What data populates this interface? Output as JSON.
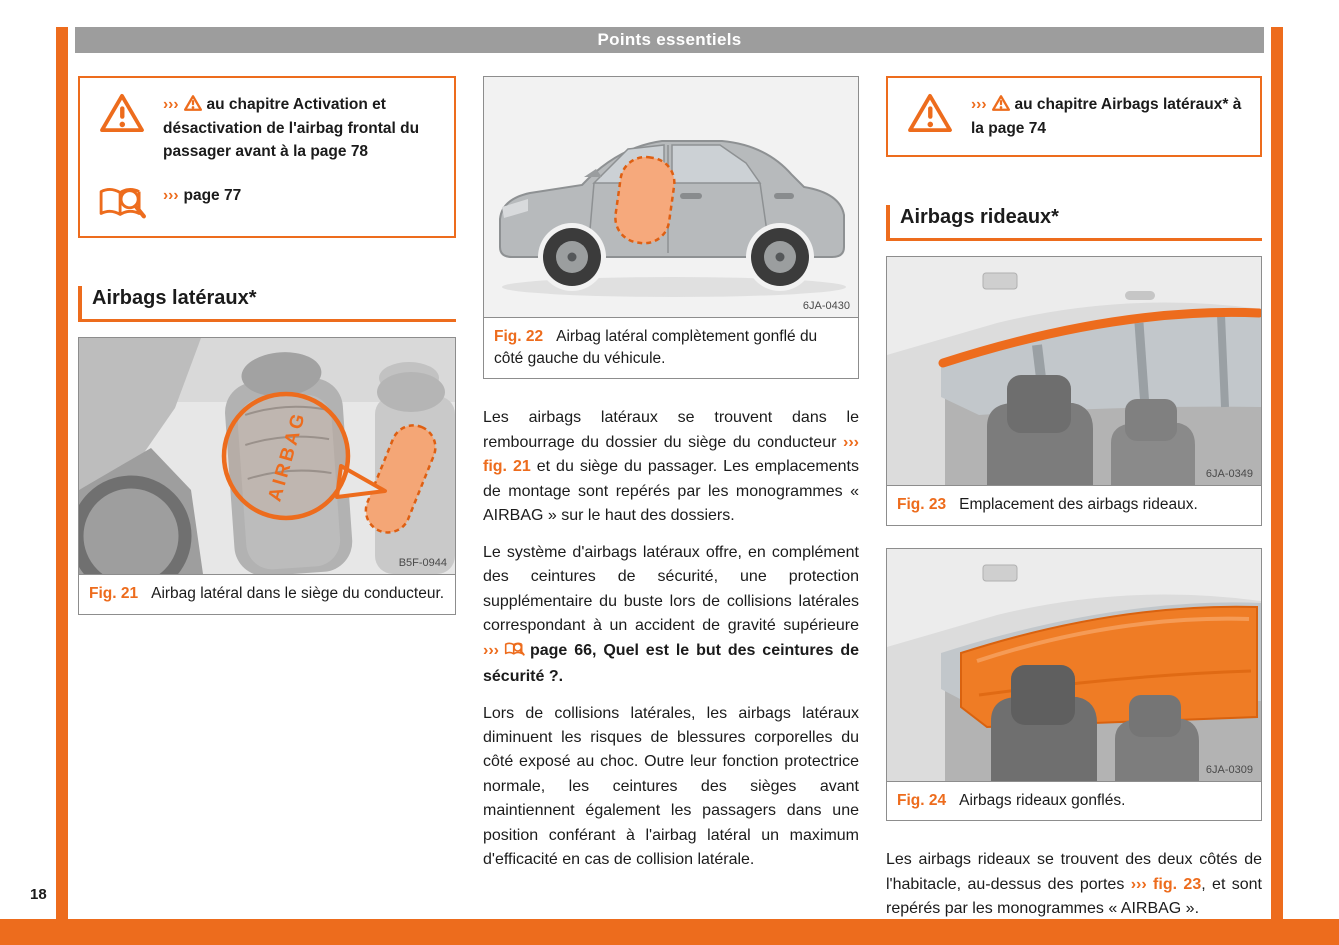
{
  "colors": {
    "accent": "#ED6C1D",
    "header_bg": "#9D9D9D"
  },
  "header": {
    "title": "Points essentiels"
  },
  "footer": {
    "page_number": "18"
  },
  "col1": {
    "notice": {
      "item1_arrows": "›››",
      "item1_text": "au chapitre Activation et désactivation de l'airbag frontal du passager avant à la page 78",
      "item2_arrows": "›››",
      "item2_text": "page 77"
    },
    "heading": "Airbags latéraux*",
    "fig21": {
      "label": "Fig. 21",
      "caption": "Airbag latéral dans le siège du conducteur.",
      "code": "B5F-0944",
      "airbag_label": "AIRBAG"
    }
  },
  "col2": {
    "fig22": {
      "label": "Fig. 22",
      "caption": "Airbag latéral complètement gonflé du côté gauche du véhicule.",
      "code": "6JA-0430"
    },
    "para1_t1": "Les airbags latéraux se trouvent dans le rembourrage du dossier du siège du conducteur ",
    "para1_ref": "››› fig. 21",
    "para1_t2": " et du siège du passager. Les emplacements de montage sont repérés par les monogrammes « AIRBAG » sur le haut des dossiers.",
    "para2_t1": "Le système d'airbags latéraux offre, en complément des ceintures de sécurité, une protection supplémentaire du buste lors de collisions latérales correspondant à un accident de gravité supérieure ",
    "para2_arrows": "›››",
    "para2_ref": "page 66, Quel est le but des ceintures de sécurité ?.",
    "para3": "Lors de collisions latérales, les airbags latéraux diminuent les risques de blessures corporelles du côté exposé au choc. Outre leur fonction protectrice normale, les ceintures des sièges avant maintiennent également les passagers dans une position conférant à l'airbag latéral un maximum d'efficacité en cas de collision latérale."
  },
  "col3": {
    "notice": {
      "item1_arrows": "›››",
      "item1_text": "au chapitre Airbags latéraux* à la page 74"
    },
    "heading": "Airbags rideaux*",
    "fig23": {
      "label": "Fig. 23",
      "caption": "Emplacement des airbags rideaux.",
      "code": "6JA-0349"
    },
    "fig24": {
      "label": "Fig. 24",
      "caption": "Airbags rideaux gonflés.",
      "code": "6JA-0309"
    },
    "para1_t1": "Les airbags rideaux se trouvent des deux côtés de l'habitacle, au-dessus des portes ",
    "para1_ref": "››› fig. 23",
    "para1_t2": ", et sont repérés par les monogrammes « AIRBAG »."
  }
}
